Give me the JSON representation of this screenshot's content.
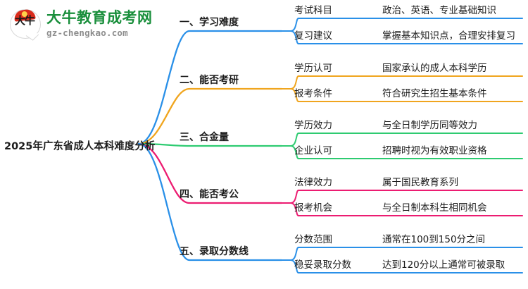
{
  "logo": {
    "mark_text": "大牛",
    "title": "大牛教育成考网",
    "url": "gz-chengkao.com",
    "title_color": "#1a8f3c",
    "url_color": "#8d8d8d",
    "accent_color": "#d92b1c"
  },
  "mindmap": {
    "root": "2025年广东省成人本科难度分析",
    "branches": [
      {
        "label": "一、学习难度",
        "color": "#2a90e8",
        "children": [
          {
            "key": "考试科目",
            "value": "政治、英语、专业基础知识"
          },
          {
            "key": "复习建议",
            "value": "掌握基本知识点，合理安排复习"
          }
        ]
      },
      {
        "label": "二、能否考研",
        "color": "#f0a51e",
        "children": [
          {
            "key": "学历认可",
            "value": "国家承认的成人本科学历"
          },
          {
            "key": "报考条件",
            "value": "符合研究生招生基本条件"
          }
        ]
      },
      {
        "label": "三、合金量",
        "color": "#2ecb71",
        "children": [
          {
            "key": "学历效力",
            "value": "与全日制学历同等效力"
          },
          {
            "key": "企业认可",
            "value": "招聘时视为有效职业资格"
          }
        ]
      },
      {
        "label": "四、能否考公",
        "color": "#ec1c71",
        "children": [
          {
            "key": "法律效力",
            "value": "属于国民教育系列"
          },
          {
            "key": "报考机会",
            "value": "与全日制本科生相同机会"
          }
        ]
      },
      {
        "label": "五、录取分数线",
        "color": "#2a90e8",
        "children": [
          {
            "key": "分数范围",
            "value": "通常在100到150分之间"
          },
          {
            "key": "稳妥录取分数",
            "value": "达到120分以上通常可被录取"
          }
        ]
      }
    ]
  }
}
